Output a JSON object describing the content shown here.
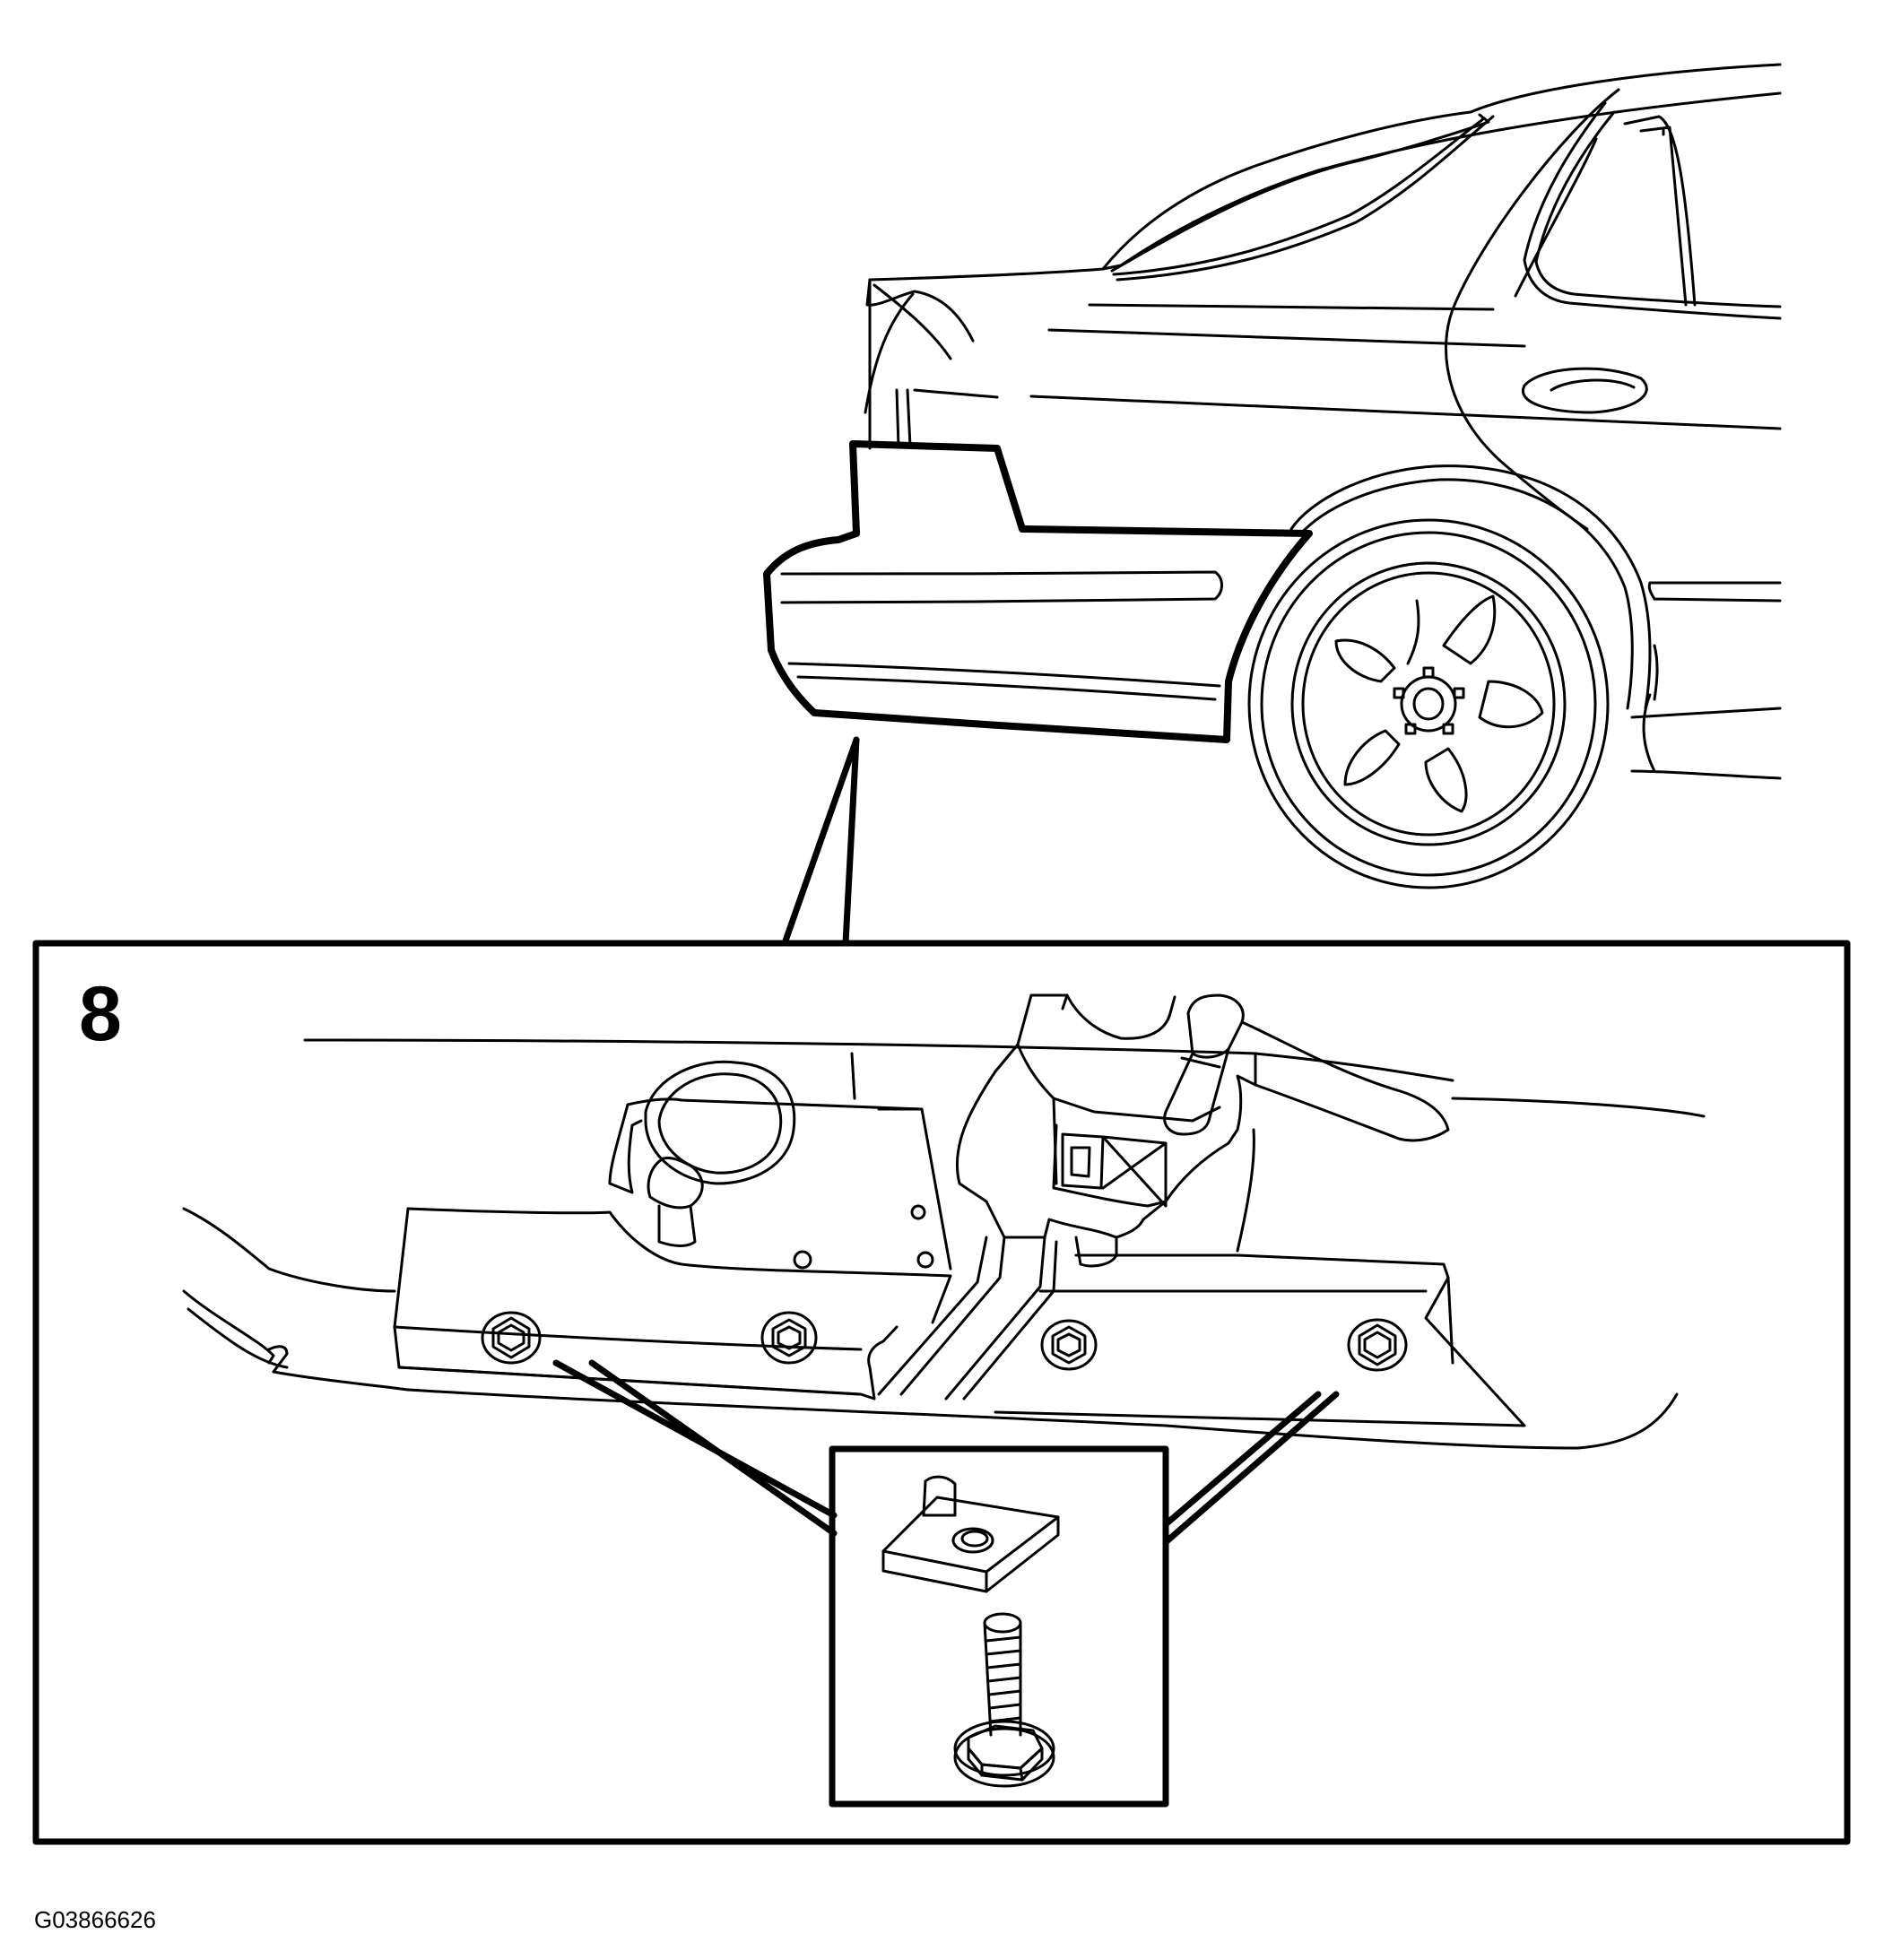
{
  "diagram": {
    "step_number": "8",
    "figure_code": "G03866626"
  },
  "colors": {
    "line": "#000000",
    "background": "#ffffff"
  },
  "icons": [
    "car-rear-quarter-illustration",
    "rear-bumper-highlight",
    "bumper-mounting-bracket",
    "flange-bolt-icon",
    "clip-nut-icon"
  ]
}
